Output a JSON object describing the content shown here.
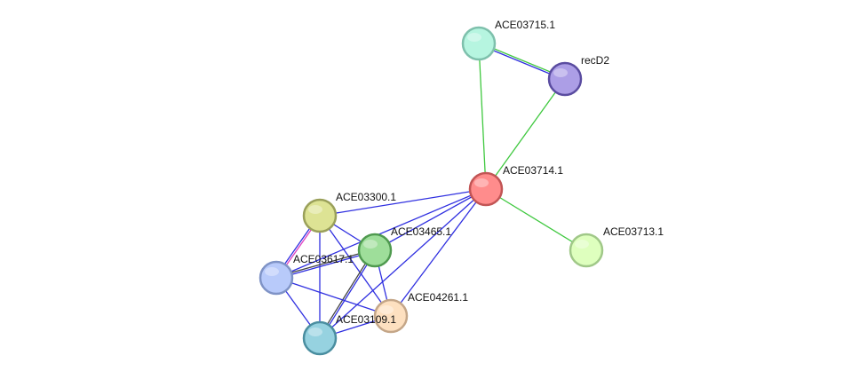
{
  "nodes": [
    {
      "id": "ACE03715",
      "label": "ACE03715.1",
      "color": "#b6f5e0",
      "stroke": "#7ec0ac"
    },
    {
      "id": "recD2",
      "label": "recD2",
      "color": "#ac9ee6",
      "stroke": "#5a4ca0"
    },
    {
      "id": "ACE03714",
      "label": "ACE03714.1",
      "color": "#ff8c8c",
      "stroke": "#c25555"
    },
    {
      "id": "ACE03713",
      "label": "ACE03713.1",
      "color": "#deffbe",
      "stroke": "#a0c888"
    },
    {
      "id": "ACE03300",
      "label": "ACE03300.1",
      "color": "#dde394",
      "stroke": "#9aa05a"
    },
    {
      "id": "ACE03465",
      "label": "ACE03465.1",
      "color": "#9ede9a",
      "stroke": "#4f9a4f"
    },
    {
      "id": "ACE03617",
      "label": "ACE03617.1",
      "color": "#b8cafa",
      "stroke": "#7f93c6"
    },
    {
      "id": "ACE04261",
      "label": "ACE04261.1",
      "color": "#fde0c0",
      "stroke": "#c4a688"
    },
    {
      "id": "ACE03109",
      "label": "ACE03109.1",
      "color": "#96d2e0",
      "stroke": "#4a8ea0"
    }
  ],
  "edge_colors": {
    "green": "#3fc83f",
    "blue": "#2f2fe0",
    "dark": "#444444",
    "magenta": "#e040c0"
  },
  "edges": [
    {
      "from": "ACE03715",
      "to": "recD2",
      "colors": [
        "green",
        "blue"
      ]
    },
    {
      "from": "ACE03715",
      "to": "ACE03714",
      "colors": [
        "green"
      ]
    },
    {
      "from": "recD2",
      "to": "ACE03714",
      "colors": [
        "green"
      ]
    },
    {
      "from": "ACE03714",
      "to": "ACE03713",
      "colors": [
        "green"
      ]
    },
    {
      "from": "ACE03714",
      "to": "ACE03300",
      "colors": [
        "blue"
      ]
    },
    {
      "from": "ACE03714",
      "to": "ACE03465",
      "colors": [
        "blue"
      ]
    },
    {
      "from": "ACE03714",
      "to": "ACE03617",
      "colors": [
        "blue"
      ]
    },
    {
      "from": "ACE03714",
      "to": "ACE04261",
      "colors": [
        "blue"
      ]
    },
    {
      "from": "ACE03714",
      "to": "ACE03109",
      "colors": [
        "blue"
      ]
    },
    {
      "from": "ACE03300",
      "to": "ACE03465",
      "colors": [
        "blue"
      ]
    },
    {
      "from": "ACE03300",
      "to": "ACE03617",
      "colors": [
        "magenta",
        "blue"
      ]
    },
    {
      "from": "ACE03300",
      "to": "ACE03109",
      "colors": [
        "blue"
      ]
    },
    {
      "from": "ACE03300",
      "to": "ACE04261",
      "colors": [
        "blue"
      ]
    },
    {
      "from": "ACE03465",
      "to": "ACE03617",
      "colors": [
        "blue",
        "dark"
      ]
    },
    {
      "from": "ACE03465",
      "to": "ACE03109",
      "colors": [
        "blue",
        "dark"
      ]
    },
    {
      "from": "ACE03465",
      "to": "ACE04261",
      "colors": [
        "blue"
      ]
    },
    {
      "from": "ACE03617",
      "to": "ACE03109",
      "colors": [
        "blue"
      ]
    },
    {
      "from": "ACE03617",
      "to": "ACE04261",
      "colors": [
        "blue"
      ]
    },
    {
      "from": "ACE03109",
      "to": "ACE04261",
      "colors": [
        "blue"
      ]
    }
  ]
}
